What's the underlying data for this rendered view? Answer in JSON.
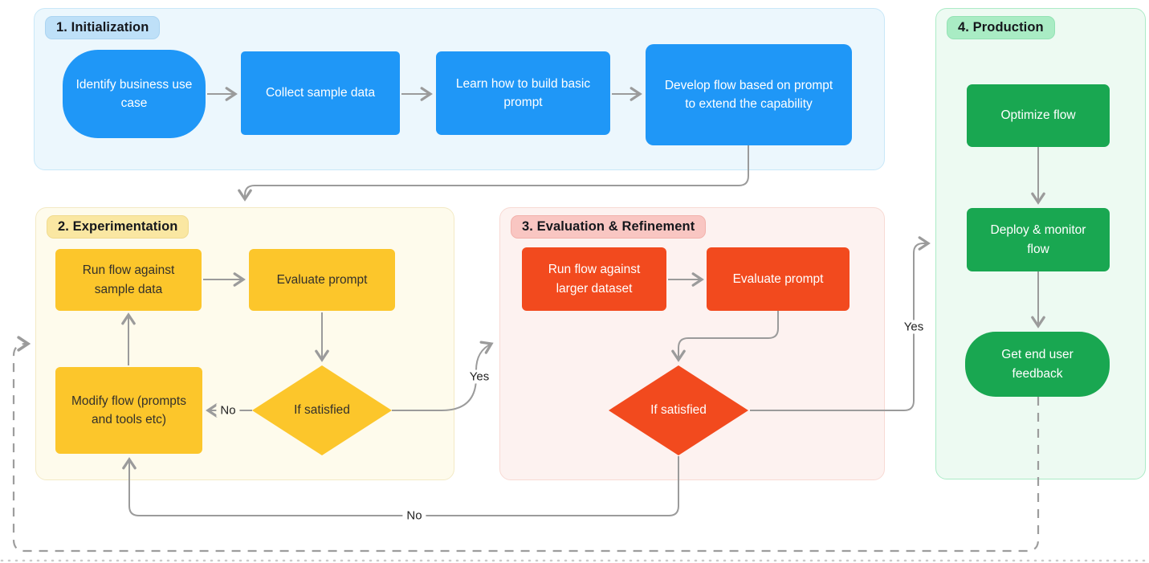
{
  "diagram": {
    "sections": [
      {
        "title": "1. Initialization",
        "nodes": [
          {
            "label": "Identify business use case"
          },
          {
            "label": "Collect sample data"
          },
          {
            "label": "Learn how to build basic prompt"
          },
          {
            "label": "Develop flow based on prompt to extend the capability"
          }
        ]
      },
      {
        "title": "2. Experimentation",
        "nodes": [
          {
            "label": "Run flow against sample data"
          },
          {
            "label": "Evaluate prompt"
          },
          {
            "label": "Modify flow (prompts and tools etc)"
          },
          {
            "label": "If satisfied"
          }
        ]
      },
      {
        "title": "3. Evaluation & Refinement",
        "nodes": [
          {
            "label": "Run flow against larger dataset"
          },
          {
            "label": "Evaluate prompt"
          },
          {
            "label": "If satisfied"
          }
        ]
      },
      {
        "title": "4. Production",
        "nodes": [
          {
            "label": "Optimize flow"
          },
          {
            "label": "Deploy & monitor flow"
          },
          {
            "label": "Get end user feedback"
          }
        ]
      }
    ],
    "edges": {
      "exp_no": "No",
      "exp_yes": "Yes",
      "eval_yes": "Yes",
      "eval_no": "No"
    },
    "colors": {
      "blue_node": "#1F97F7",
      "yellow_node": "#FCC62B",
      "red_node": "#F24A1E",
      "green_node": "#19A751",
      "init_panel_bg": "#ECF7FD",
      "exp_panel_bg": "#FEFBEC",
      "eval_panel_bg": "#FDF2F0",
      "prod_panel_bg": "#EDFAF2",
      "init_pill_bg": "#BEE0F8",
      "exp_pill_bg": "#FAE7A2",
      "eval_pill_bg": "#F9C6C2",
      "prod_pill_bg": "#A9ECC4",
      "arrow": "#9B9B9B"
    }
  }
}
